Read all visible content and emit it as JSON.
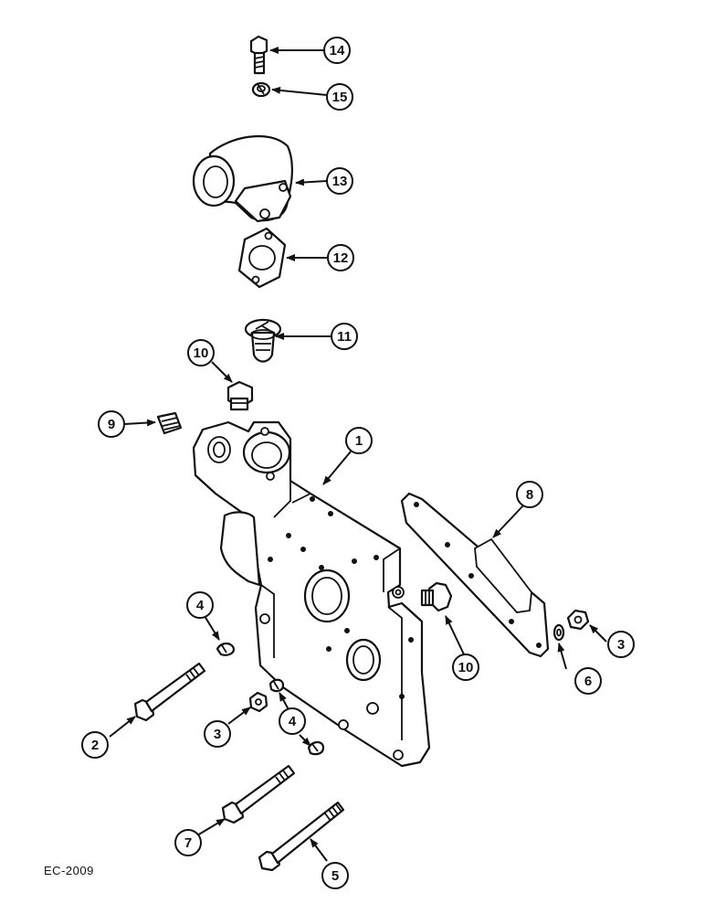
{
  "diagram": {
    "reference_code": "EC-2009",
    "callouts": [
      {
        "id": "c14",
        "label": "14"
      },
      {
        "id": "c15",
        "label": "15"
      },
      {
        "id": "c13",
        "label": "13"
      },
      {
        "id": "c12",
        "label": "12"
      },
      {
        "id": "c11",
        "label": "11"
      },
      {
        "id": "c10a",
        "label": "10"
      },
      {
        "id": "c9",
        "label": "9"
      },
      {
        "id": "c1",
        "label": "1"
      },
      {
        "id": "c8",
        "label": "8"
      },
      {
        "id": "c4a",
        "label": "4"
      },
      {
        "id": "c3a",
        "label": "3"
      },
      {
        "id": "c10b",
        "label": "10"
      },
      {
        "id": "c6",
        "label": "6"
      },
      {
        "id": "c2",
        "label": "2"
      },
      {
        "id": "c3b",
        "label": "3"
      },
      {
        "id": "c4b",
        "label": "4"
      },
      {
        "id": "c7",
        "label": "7"
      },
      {
        "id": "c5",
        "label": "5"
      }
    ]
  }
}
